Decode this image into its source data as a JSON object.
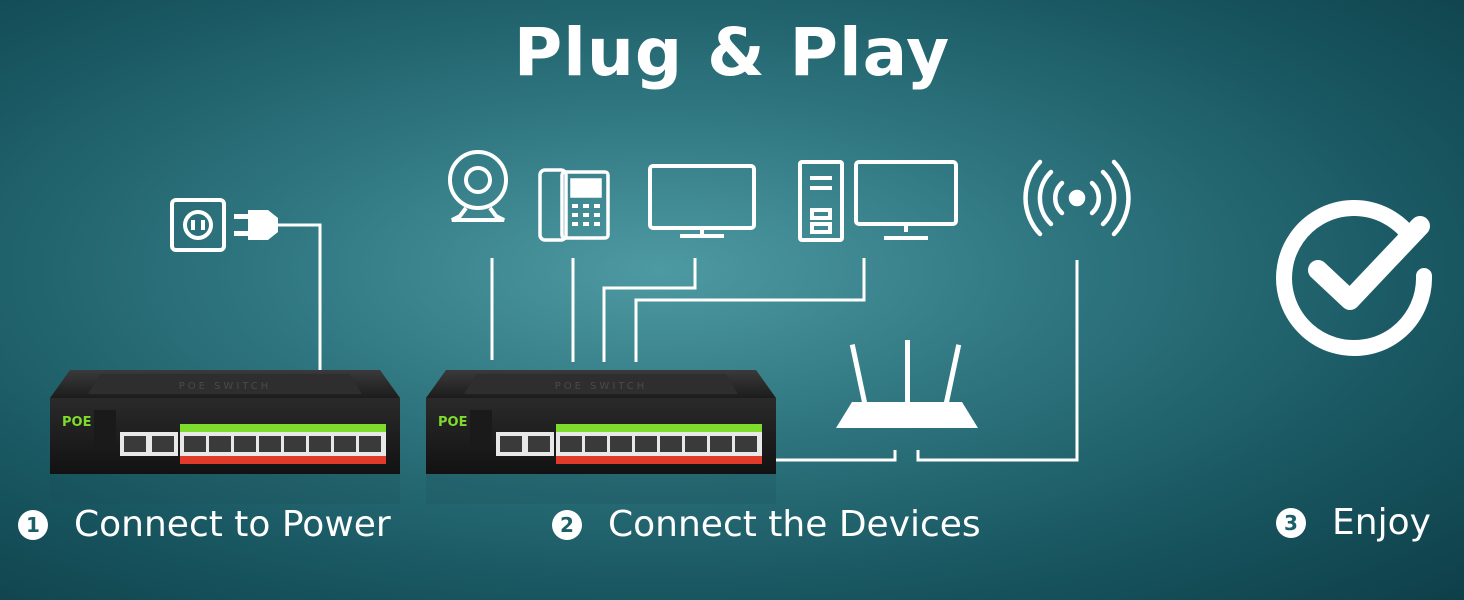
{
  "title": "Plug & Play",
  "steps": [
    {
      "number": "1",
      "label": "Connect to Power"
    },
    {
      "number": "2",
      "label": "Connect the Devices"
    },
    {
      "number": "3",
      "label": "Enjoy"
    }
  ],
  "switches": [
    {
      "top_label": "POE SWITCH",
      "brand": "POE"
    },
    {
      "top_label": "POE SWITCH",
      "brand": "POE"
    }
  ],
  "colors": {
    "background": "#2f7680",
    "icon_stroke": "#ffffff",
    "port_green": "#7ddc2c",
    "port_red": "#e03a2a",
    "switch_body": "#2b2b2b"
  },
  "icons": [
    "power-outlet-icon",
    "power-plug-icon",
    "webcam-icon",
    "ip-phone-icon",
    "monitor-icon",
    "desktop-computer-icon",
    "wireless-signal-icon",
    "wifi-router-icon",
    "checkmark-circle-icon"
  ]
}
